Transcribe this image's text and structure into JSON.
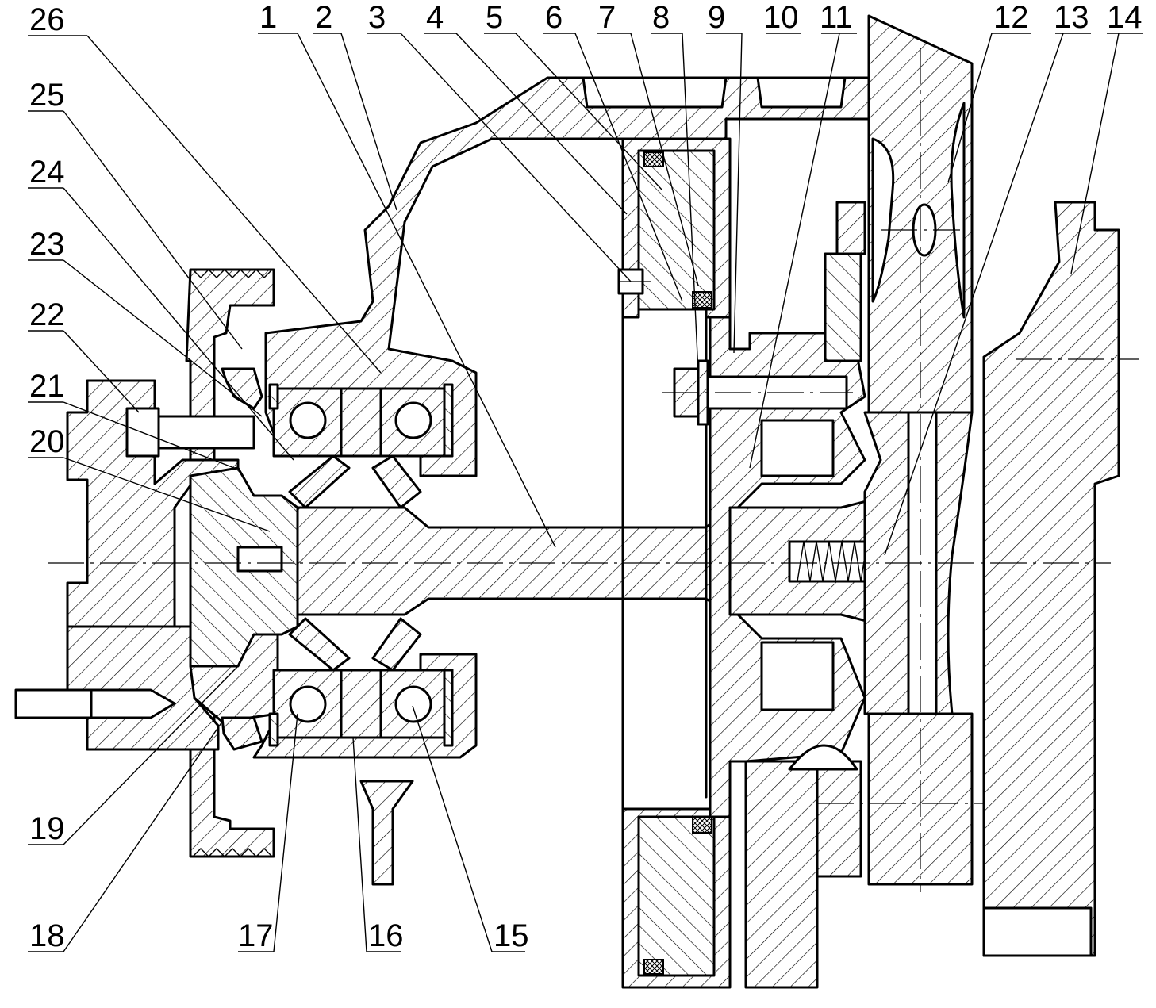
{
  "drawing": {
    "callouts_top": [
      "26",
      "1",
      "2",
      "3",
      "4",
      "5",
      "6",
      "7",
      "8",
      "9",
      "10",
      "11",
      "12",
      "13",
      "14"
    ],
    "callouts_left": [
      "25",
      "24",
      "23",
      "22",
      "21",
      "20",
      "19",
      "18"
    ],
    "callouts_bottom": [
      "17",
      "16",
      "15"
    ]
  }
}
